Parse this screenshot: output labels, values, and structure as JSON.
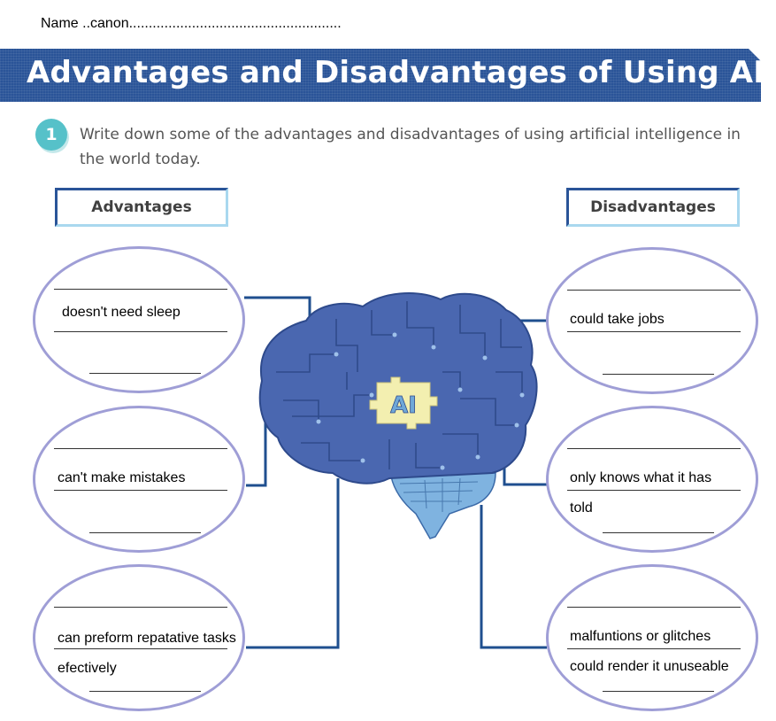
{
  "name_line": "Name ..canon......................................................",
  "title": "Advantages and Disadvantages of Using AI",
  "question": {
    "number": "1",
    "instruction": "Write down some of the advantages and disadvantages of using artificial intelligence in the world today."
  },
  "headings": {
    "advantages": "Advantages",
    "disadvantages": "Disadvantages"
  },
  "brain_label": "AI",
  "advantages": [
    {
      "line1": "doesn't need sleep",
      "line2": ""
    },
    {
      "line1": "can't make mistakes",
      "line2": ""
    },
    {
      "line1": "can preform repatative tasks",
      "line2": "efectively"
    }
  ],
  "disadvantages": [
    {
      "line1": "could take jobs",
      "line2": ""
    },
    {
      "line1": "only knows what it has",
      "line2": "told"
    },
    {
      "line1": "malfuntions or glitches",
      "line2": "could render it unuseable"
    }
  ],
  "colors": {
    "banner": "#2a5498",
    "bubble_border": "#9f9ed6",
    "connector": "#1f4f8f",
    "number_badge": "#56c1c9",
    "brain": "#4a67b0",
    "brain_stem": "#7fb3e0",
    "ai_chip": "#f3efb0"
  }
}
